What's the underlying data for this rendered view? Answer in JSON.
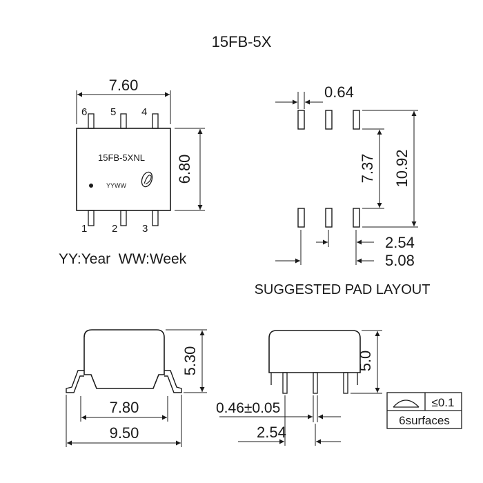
{
  "title": "15FB-5X",
  "top_view": {
    "width_dim": "7.60",
    "height_dim": "6.80",
    "pins_top": [
      "6",
      "5",
      "4"
    ],
    "pins_bottom": [
      "1",
      "2",
      "3"
    ],
    "part_marking": "15FB-5XNL",
    "date_code": "YYWW",
    "legend": "YY:Year  WW:Week"
  },
  "pad_layout": {
    "pad_width_dim": "0.64",
    "inner_span_dim": "7.37",
    "outer_span_dim": "10.92",
    "pitch_dim": "2.54",
    "total_pitch_dim": "5.08",
    "caption": "SUGGESTED PAD LAYOUT"
  },
  "front_view": {
    "height_dim": "5.30",
    "body_width_dim": "7.80",
    "lead_span_dim": "9.50"
  },
  "side_view": {
    "height_dim": "5.0",
    "lead_width_dim": "0.46±0.05",
    "pitch_dim": "2.54"
  },
  "flatness_box": {
    "value": "≤0.1",
    "note": "6surfaces"
  }
}
